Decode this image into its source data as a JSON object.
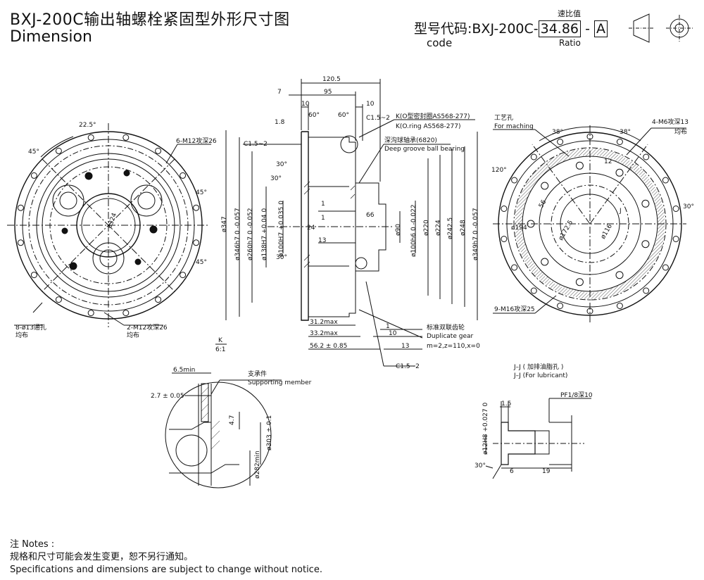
{
  "header": {
    "title_cn": "BXJ-200C输出轴螺栓紧固型外形尺寸图",
    "title_en": "Dimension",
    "model_label": "型号代码:BXJ-200C-",
    "ratio_value": "34.86",
    "dash": "-",
    "type_code": "A",
    "ratio_label_cn": "速比值",
    "code_label": "code",
    "ratio_label_en": "Ratio"
  },
  "left_view": {
    "angle_top": "22.5°",
    "angle_left": "45°",
    "angle_right": "45°",
    "angle_low": "45°",
    "pcd": "ø324",
    "callout_m12_depth": "6-M12攻深26",
    "callout_holes_cn": "8-ø13通孔",
    "callout_holes_even": "均布",
    "callout_m12_2": "2-M12攻深26",
    "callout_m12_2_even": "均布"
  },
  "section_view": {
    "dims_top": [
      "120.5",
      "95",
      "7",
      "10",
      "10",
      "60°",
      "60°",
      "C1.5~2",
      "1.8",
      "C1.5~2",
      "30°",
      "30°",
      "30°",
      "1",
      "1",
      "24",
      "13",
      "66"
    ],
    "kring_cn": "K(O型密封圈AS568-277)",
    "kring_en": "K(O.ring AS568-277)",
    "bearing_cn": "深沟球轴承(6820)",
    "bearing_en": "Deep groove ball bearing",
    "dims_vertical": [
      "ø347",
      "ø346h7 0 -0.057",
      "ø260h7 0 -0.052",
      "ø138H7 +0.04 0",
      "ø100H7 +0.035 0",
      "ø90",
      "ø100h6 0 -0.022",
      "ø220",
      "ø224",
      "ø242.5",
      "ø248",
      "ø349h7 0 -0.057"
    ],
    "dims_bottom": [
      "31.2max",
      "33.2max",
      "56.2 ± 0.85",
      "1",
      "10",
      "13",
      "C1.5~2"
    ],
    "gear_cn": "标准双联齿轮",
    "gear_en": "Duplicate gear",
    "gear_params": "m=2,z=110,x=0",
    "k_label": "K",
    "k_scale": "6:1"
  },
  "right_view": {
    "process_hole_cn": "工艺孔",
    "process_hole_en": "For maching",
    "angle_38a": "38°",
    "angle_38b": "38°",
    "angle_120": "120°",
    "angle_30": "30°",
    "m6_callout": "4-M6攻深13",
    "m6_even": "均布",
    "d12": "12",
    "d56": "56",
    "d194": "ø194",
    "d172": "ø172.5",
    "d116": "ø116",
    "j_label": "J",
    "m16_callout": "9-M16攻深25"
  },
  "detail_k": {
    "d65": "6.5min",
    "d27": "2.7 ± 0.05",
    "support_cn": "支承件",
    "support_en": "Supporting member",
    "d47": "4.7",
    "d303": "ø303 ± 0.1",
    "d282": "ø282min"
  },
  "detail_j": {
    "title_cn": "J–J ( 加排油脂孔 )",
    "title_en": "J–J (For lubricant)",
    "d15": "1.5",
    "pf": "PF1/8深10",
    "d12h8": "ø12H8 +0.027 0",
    "d30": "30°",
    "d6": "6",
    "d19": "19"
  },
  "notes": {
    "heading": "注 Notes :",
    "line_cn": "规格和尺寸可能会发生变更，恕不另行通知。",
    "line_en": "Specifications and dimensions are subject to change without notice."
  }
}
